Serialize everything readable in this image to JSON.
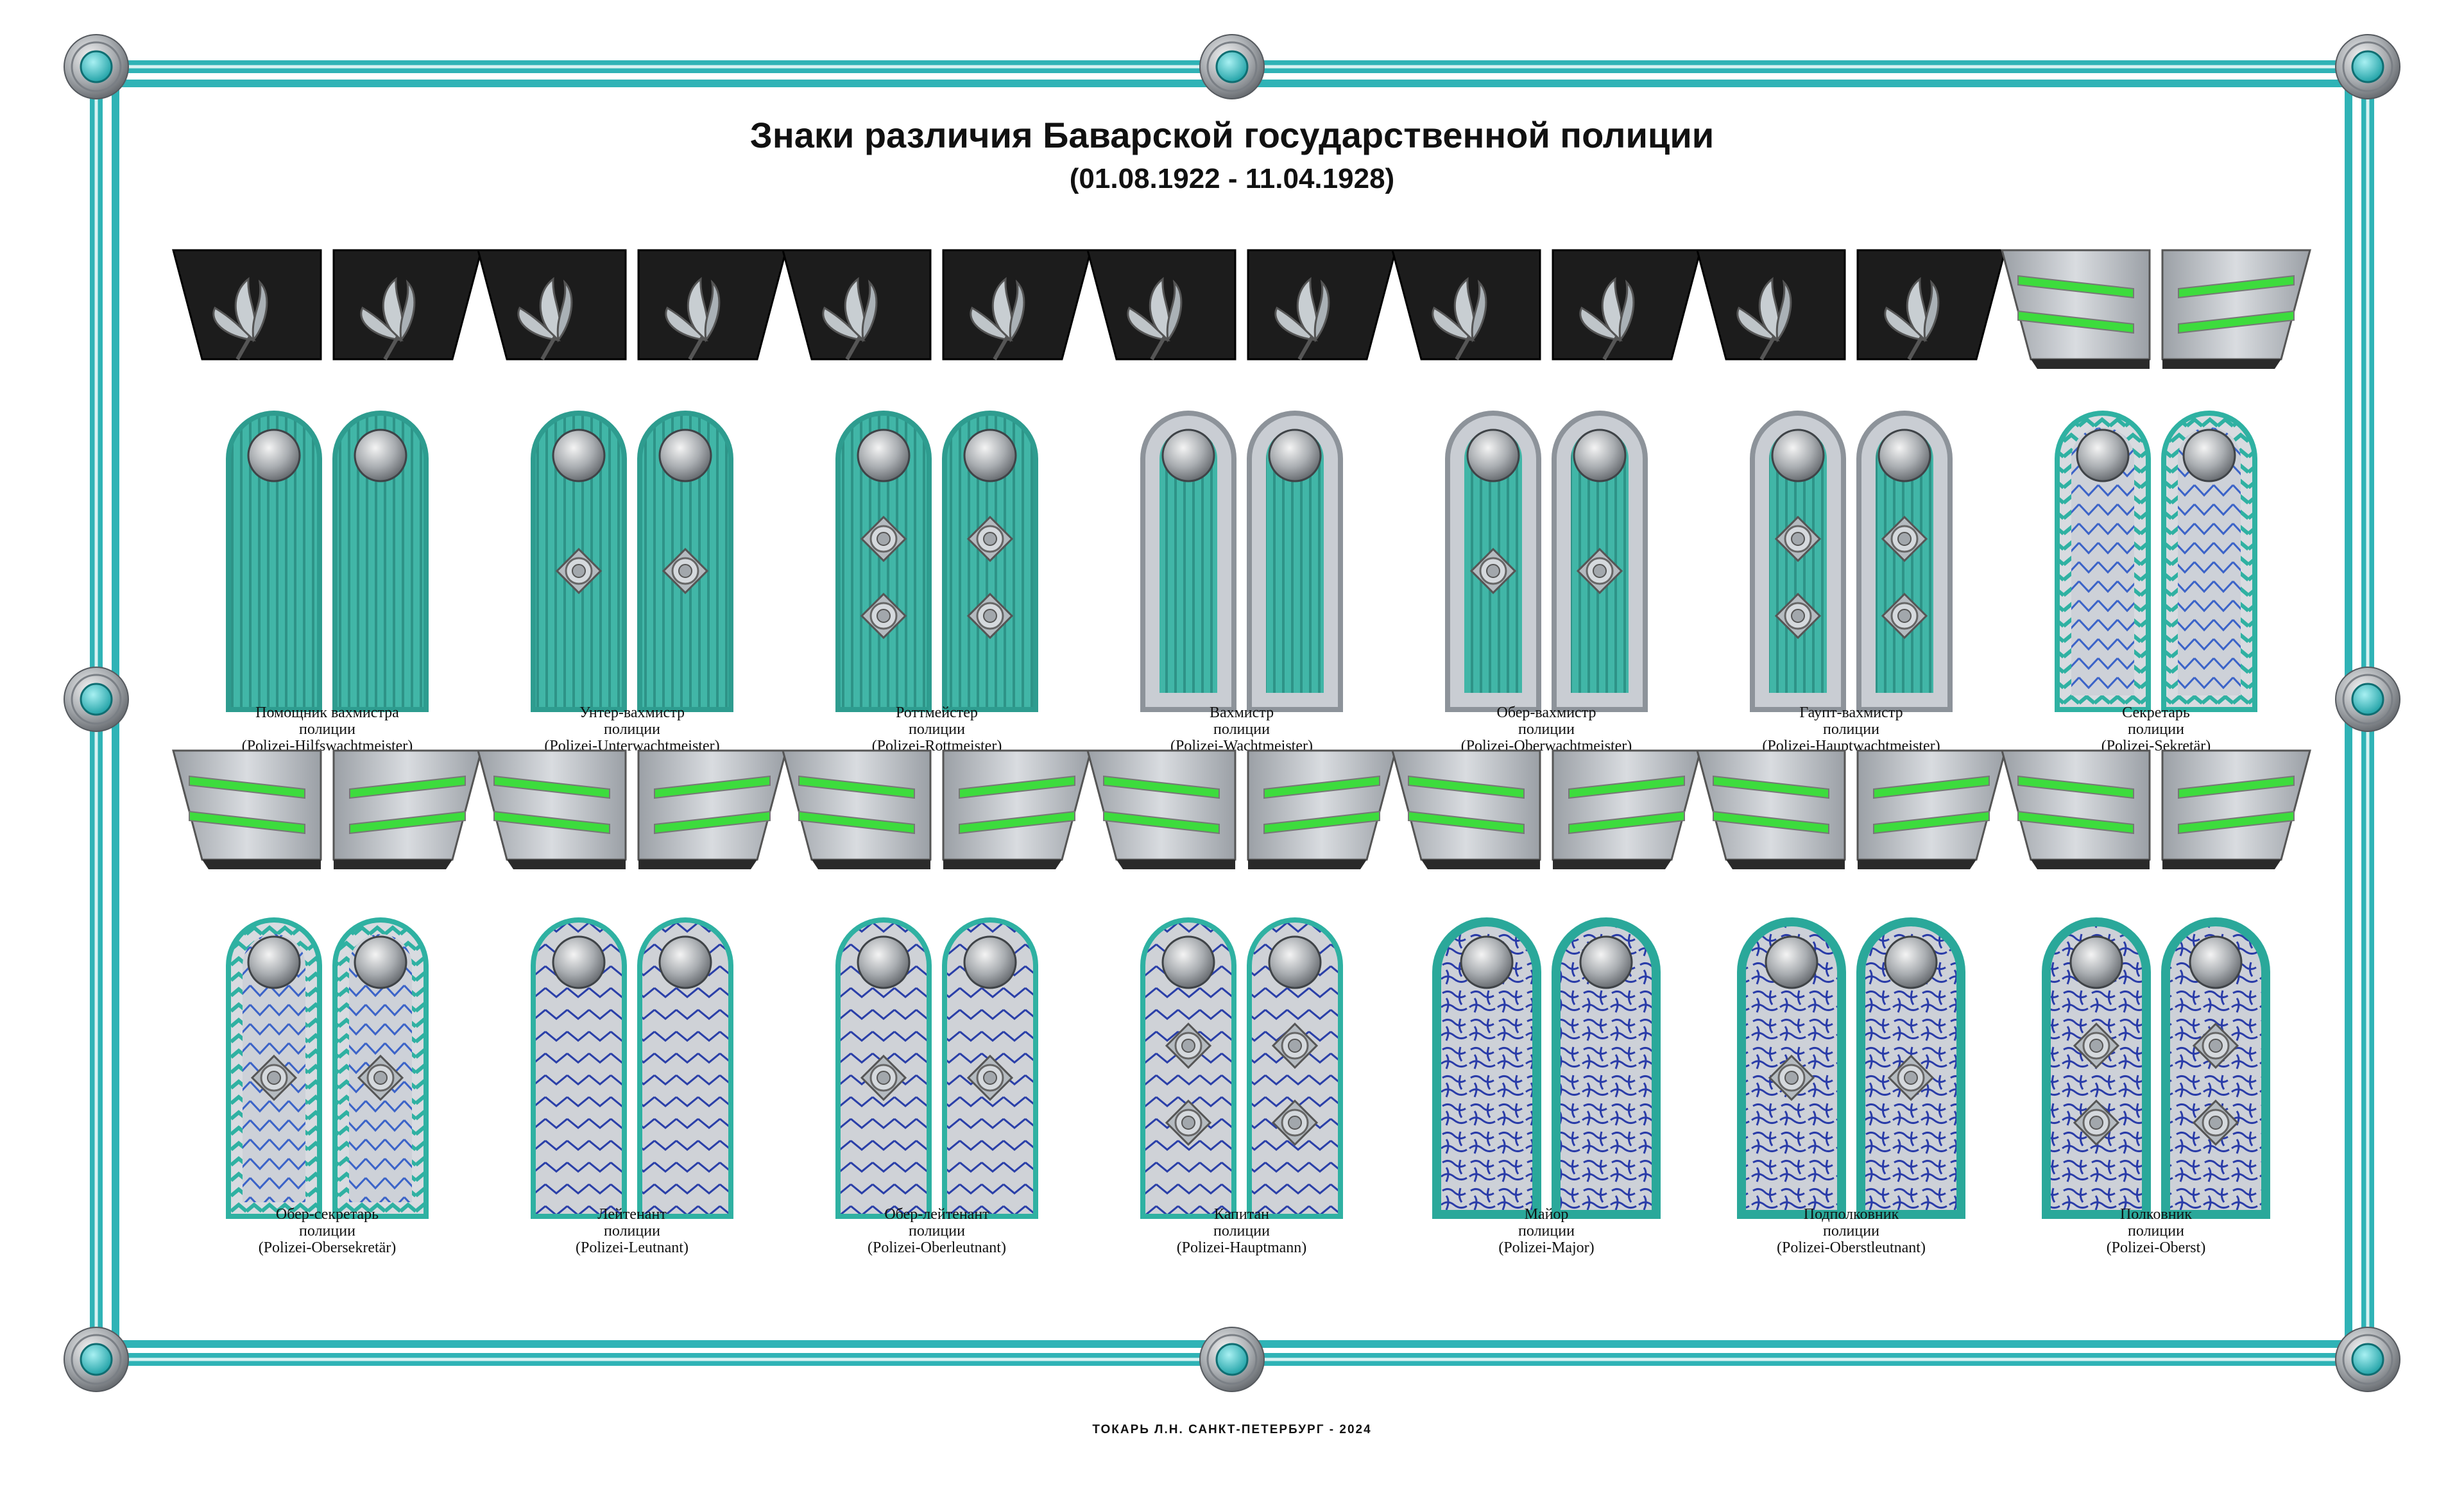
{
  "title": "Знаки различия Баварской государственной полиции",
  "subtitle": "(01.08.1922 - 11.04.1928)",
  "footer": "ТОКАРЬ Л.Н.   САНКТ-ПЕТЕРБУРГ - 2024",
  "colors": {
    "frame": "#2fb3b6",
    "boardTeal": "#3fb7a8",
    "boardSilver": "#c4c8cf",
    "braidBlue": "#1e3aa8",
    "collarBlack": "#1a1a1a",
    "stripeGreen": "#3ddc3d",
    "leaf": "#bcc2c6"
  },
  "ranks": [
    {
      "ru": "Помощник вахмистра",
      "sub": "полиции",
      "de": "(Polizei-Hilfswachtmeister)",
      "collar": "black",
      "board": "teal",
      "pips": 0
    },
    {
      "ru": "Унтер-вахмистр",
      "sub": "полиции",
      "de": "(Polizei-Unterwachtmeister)",
      "collar": "black",
      "board": "teal",
      "pips": 1
    },
    {
      "ru": "Роттмейстер",
      "sub": "полиции",
      "de": "(Polizei-Rottmeister)",
      "collar": "black",
      "board": "teal",
      "pips": 2
    },
    {
      "ru": "Вахмистр",
      "sub": "полиции",
      "de": "(Polizei-Wachtmeister)",
      "collar": "black",
      "board": "teal-silver",
      "pips": 0
    },
    {
      "ru": "Обер-вахмистр",
      "sub": "полиции",
      "de": "(Polizei-Oberwachtmeister)",
      "collar": "black",
      "board": "teal-silver",
      "pips": 1
    },
    {
      "ru": "Гаупт-вахмистр",
      "sub": "полиции",
      "de": "(Polizei-Hauptwachtmeister)",
      "collar": "black",
      "board": "teal-silver",
      "pips": 2
    },
    {
      "ru": "Секретарь",
      "sub": "полиции",
      "de": "(Polizei-Sekretär)",
      "collar": "silver",
      "board": "braid",
      "pips": 0
    },
    {
      "ru": "Обер-секретарь",
      "sub": "полиции",
      "de": "(Polizei-Obersekretär)",
      "collar": "silver",
      "board": "braid",
      "pips": 1
    },
    {
      "ru": "Лейтенант",
      "sub": "полиции",
      "de": "(Polizei-Leutnant)",
      "collar": "silver",
      "board": "officer",
      "pips": 0
    },
    {
      "ru": "Обер-лейтенант",
      "sub": "полиции",
      "de": "(Polizei-Oberleutnant)",
      "collar": "silver",
      "board": "officer",
      "pips": 1
    },
    {
      "ru": "Капитан",
      "sub": "полиции",
      "de": "(Polizei-Hauptmann)",
      "collar": "silver",
      "board": "officer",
      "pips": 2
    },
    {
      "ru": "Майор",
      "sub": "полиции",
      "de": "(Polizei-Major)",
      "collar": "silver",
      "board": "field",
      "pips": 0
    },
    {
      "ru": "Подполковник",
      "sub": "полиции",
      "de": "(Polizei-Oberstleutnant)",
      "collar": "silver",
      "board": "field",
      "pips": 1
    },
    {
      "ru": "Полковник",
      "sub": "полиции",
      "de": "(Polizei-Oberst)",
      "collar": "silver",
      "board": "field",
      "pips": 2
    }
  ]
}
